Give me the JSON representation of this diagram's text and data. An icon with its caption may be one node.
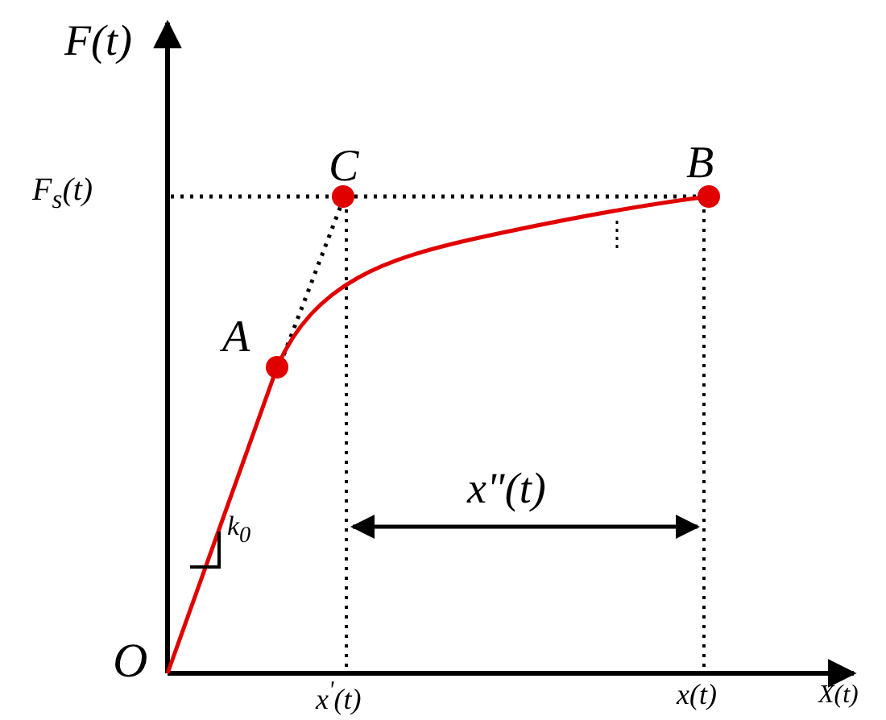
{
  "diagram": {
    "labels": [
      "F(t)",
      "F$_{s}$(t)",
      "C",
      "B",
      "A",
      "k$_{0}$",
      "x\"(t)",
      "O",
      "x$^{'}$(t)",
      "x(t)",
      "X(t)"
    ]
  }
}
